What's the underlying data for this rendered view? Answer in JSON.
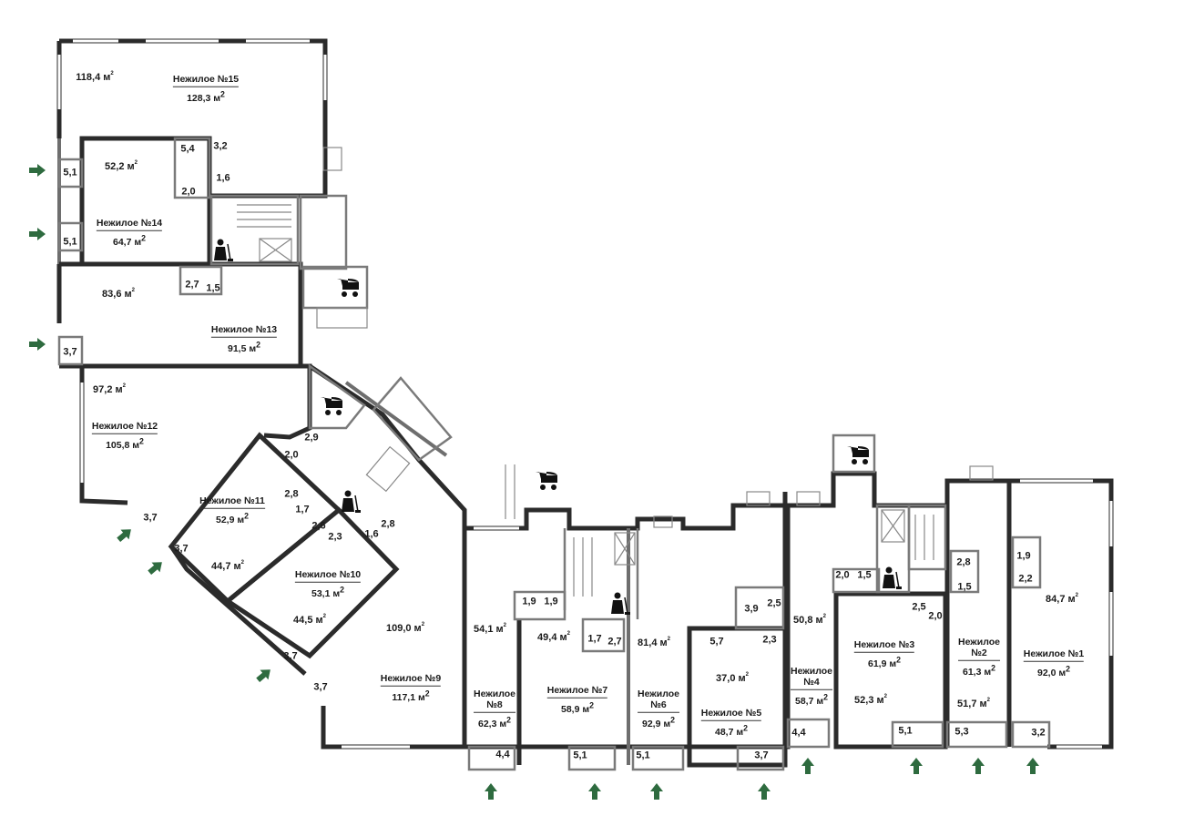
{
  "units": [
    {
      "id": "u15",
      "name": "Нежилое №15",
      "area": "128,3 м²"
    },
    {
      "id": "u14",
      "name": "Нежилое №14",
      "area": "64,7 м²"
    },
    {
      "id": "u13",
      "name": "Нежилое №13",
      "area": "91,5 м²"
    },
    {
      "id": "u12",
      "name": "Нежилое №12",
      "area": "105,8 м²"
    },
    {
      "id": "u11",
      "name": "Нежилое №11",
      "area": "52,9 м²"
    },
    {
      "id": "u10",
      "name": "Нежилое №10",
      "area": "53,1 м²"
    },
    {
      "id": "u9",
      "name": "Нежилое №9",
      "area": "117,1 м²"
    },
    {
      "id": "u8",
      "name": "Нежилое\n№8",
      "area": "62,3 м²"
    },
    {
      "id": "u7",
      "name": "Нежилое №7",
      "area": "58,9 м²"
    },
    {
      "id": "u6",
      "name": "Нежилое\n№6",
      "area": "92,9 м²"
    },
    {
      "id": "u5",
      "name": "Нежилое №5",
      "area": "48,7 м²"
    },
    {
      "id": "u4",
      "name": "Нежилое\n№4",
      "area": "58,7 м²"
    },
    {
      "id": "u3",
      "name": "Нежилое №3",
      "area": "61,9 м²"
    },
    {
      "id": "u2",
      "name": "Нежилое\n№2",
      "area": "61,3 м²"
    },
    {
      "id": "u1",
      "name": "Нежилое №1",
      "area": "92,0 м²"
    }
  ],
  "rooms": [
    "118,4 м²",
    "52,2 м²",
    "83,6 м²",
    "97,2 м²",
    "44,7 м²",
    "44,5 м²",
    "109,0 м²",
    "54,1 м²",
    "49,4 м²",
    "81,4 м²",
    "37,0 м²",
    "50,8 м²",
    "52,3 м²",
    "51,7 м²",
    "84,7 м²",
    "5,4",
    "3,2",
    "1,6",
    "2,0",
    "5,1",
    "5,1",
    "2,7",
    "1,5",
    "3,7",
    "2,9",
    "2,0",
    "2,8",
    "1,7",
    "2,6",
    "2,3",
    "2,8",
    "1,6",
    "3,7",
    "3,7",
    "3,7",
    "3,7",
    "1,9",
    "1,9",
    "1,7",
    "2,7",
    "3,9",
    "2,5",
    "5,7",
    "2,3",
    "4,4",
    "5,1",
    "5,1",
    "3,7",
    "4,4",
    "2,0",
    "1,5",
    "2,5",
    "2,0",
    "2,8",
    "1,5",
    "1,9",
    "2,2",
    "5,1",
    "5,3",
    "3,2"
  ],
  "colors": {
    "wall": "#2b2b2b",
    "partition": "#7a7a7a",
    "entrance_arrow": "#2e6b3f"
  },
  "icons": [
    "stroller-icon",
    "cleaner-icon",
    "entrance-arrow-icon",
    "stairs-icon",
    "elevator-icon",
    "toilet-icon"
  ]
}
